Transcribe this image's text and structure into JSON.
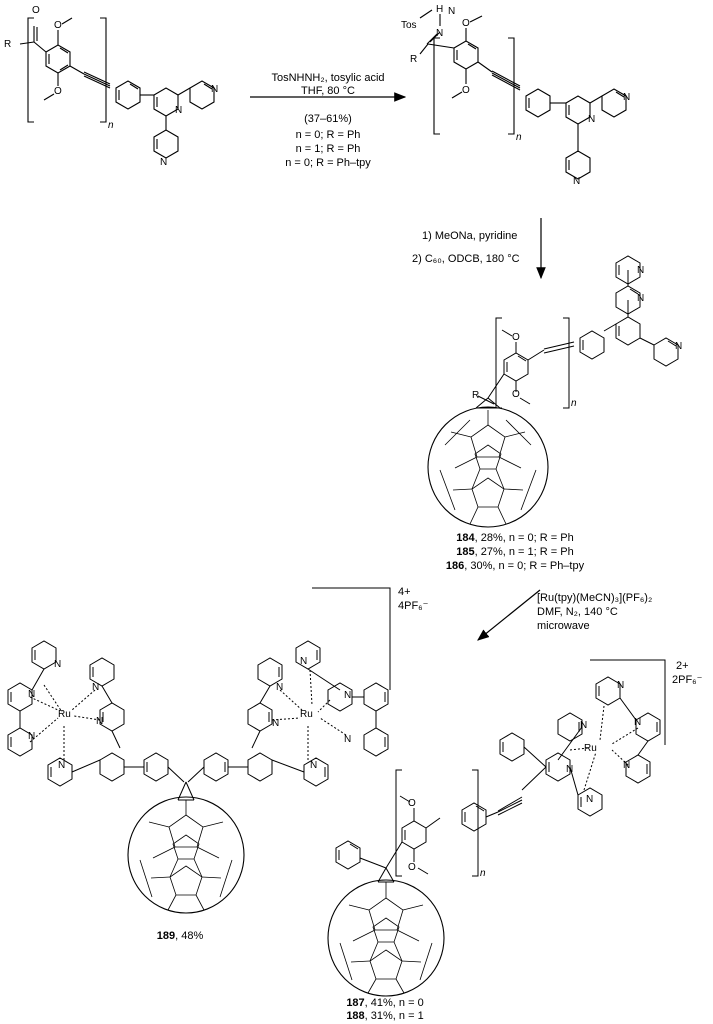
{
  "step1": {
    "reagents": "TosNHNH₂, tosylic acid",
    "conditions": "THF, 80 °C",
    "yield": "(37–61%)",
    "variants": [
      "n = 0; R = Ph",
      "n = 1; R = Ph",
      "n = 0; R = Ph–tpy"
    ]
  },
  "step2": {
    "line1": "1) MeONa, pyridine",
    "line2": "2) C₆₀, ODCB, 180 °C"
  },
  "step3": {
    "line1": "[Ru(tpy)(MeCN)₃](PF₆)₂",
    "line2": "DMF, N₂, 140 °C",
    "line3": "microwave"
  },
  "products_mid": [
    {
      "num": "184",
      "rest": ", 28%, n = 0; R = Ph"
    },
    {
      "num": "185",
      "rest": ", 27%, n = 1; R = Ph"
    },
    {
      "num": "186",
      "rest": ", 30%, n = 0; R = Ph–tpy"
    }
  ],
  "product_189": {
    "num": "189",
    "rest": ", 48%",
    "charge": "4+",
    "counter": "4PF₆⁻"
  },
  "product_187": {
    "num": "187",
    "rest": ", 41%, n = 0"
  },
  "product_188": {
    "num": "188",
    "rest": ", 31%, n = 1"
  },
  "charge_right": {
    "charge": "2+",
    "counter": "2PF₆⁻"
  },
  "atoms": {
    "O": "O",
    "R": "R",
    "N": "N",
    "Ru": "Ru",
    "Tos": "Tos",
    "H": "H",
    "n": "n"
  }
}
